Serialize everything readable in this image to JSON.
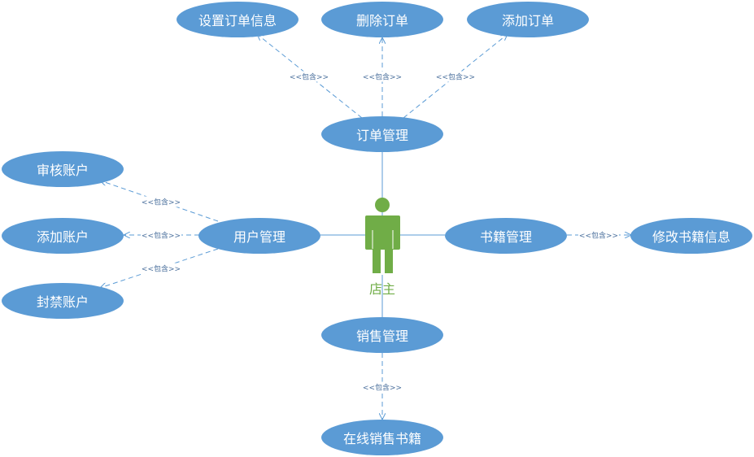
{
  "actor": {
    "label": "店主"
  },
  "include_label": "<<包含>>",
  "use_cases": {
    "order_mgmt": "订单管理",
    "set_order_info": "设置订单信息",
    "delete_order": "删除订单",
    "add_order": "添加订单",
    "user_mgmt": "用户管理",
    "review_account": "审核账户",
    "add_account": "添加账户",
    "ban_account": "封禁账户",
    "book_mgmt": "书籍管理",
    "edit_book_info": "修改书籍信息",
    "sales_mgmt": "销售管理",
    "online_sales": "在线销售书籍"
  },
  "colors": {
    "usecase_fill": "#5b9bd5",
    "actor": "#70ad47",
    "line": "#5b9bd5",
    "text": "#ffffff"
  }
}
